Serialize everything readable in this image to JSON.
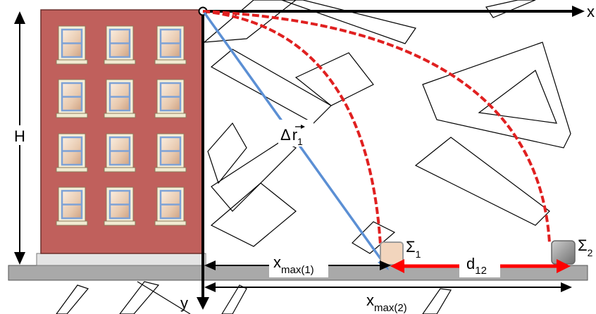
{
  "labels": {
    "x_axis": "x",
    "y_axis": "y",
    "height": "H",
    "displacement": {
      "main": "Δ",
      "vec": "r",
      "sub": "1"
    },
    "xmax1": {
      "main": "x",
      "sub": "max(1)"
    },
    "xmax2": {
      "main": "x",
      "sub": "max(2)"
    },
    "d12": {
      "main": "d",
      "sub": "12"
    },
    "sigma1": {
      "main": "Σ",
      "sub": "1"
    },
    "sigma2": {
      "main": "Σ",
      "sub": "2"
    }
  },
  "colors": {
    "building": "#c0605c",
    "window_sill": "#f1ead1",
    "window_frame": "#7ea2d6",
    "ground": "#a9a9a9",
    "trajectory": "#e02020",
    "displacement_arrow": "#5b8fd4",
    "distance_arrow": "#ff0000",
    "sigma1_block": "#f2d5bd",
    "sigma2_block": "#8f8f8f"
  },
  "icons": [
    "building-icon",
    "window-icon",
    "block-icon"
  ]
}
